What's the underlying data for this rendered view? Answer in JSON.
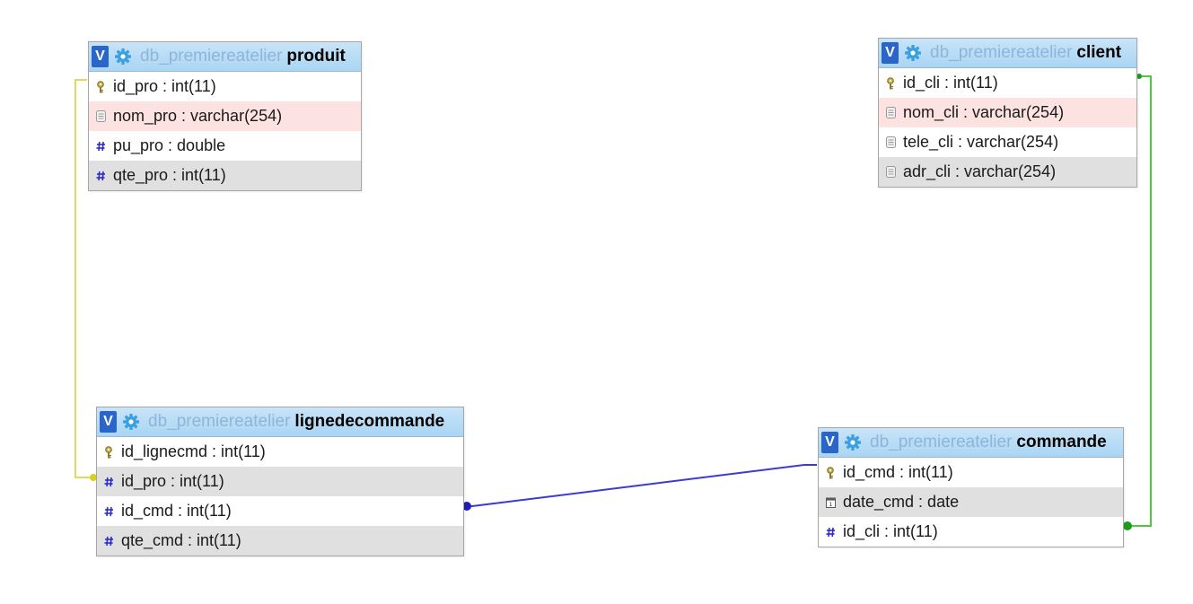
{
  "tables": [
    {
      "db": "db_premiereatelier",
      "name": "produit",
      "columns": [
        {
          "label": "id_pro : int(11)",
          "icon": "primary-key-icon",
          "style": "plain"
        },
        {
          "label": "nom_pro : varchar(254)",
          "icon": "text-field-icon",
          "style": "highlight"
        },
        {
          "label": "pu_pro : double",
          "icon": "numeric-field-icon",
          "style": "plain"
        },
        {
          "label": "qte_pro : int(11)",
          "icon": "numeric-field-icon",
          "style": "alt"
        }
      ]
    },
    {
      "db": "db_premiereatelier",
      "name": "client",
      "columns": [
        {
          "label": "id_cli : int(11)",
          "icon": "primary-key-icon",
          "style": "plain"
        },
        {
          "label": "nom_cli : varchar(254)",
          "icon": "text-field-icon",
          "style": "highlight"
        },
        {
          "label": "tele_cli : varchar(254)",
          "icon": "text-field-icon",
          "style": "plain"
        },
        {
          "label": "adr_cli : varchar(254)",
          "icon": "text-field-icon",
          "style": "alt"
        }
      ]
    },
    {
      "db": "db_premiereatelier",
      "name": "lignedecommande",
      "columns": [
        {
          "label": "id_lignecmd : int(11)",
          "icon": "primary-key-icon",
          "style": "plain"
        },
        {
          "label": "id_pro : int(11)",
          "icon": "numeric-field-icon",
          "style": "alt"
        },
        {
          "label": "id_cmd : int(11)",
          "icon": "numeric-field-icon",
          "style": "plain"
        },
        {
          "label": "qte_cmd : int(11)",
          "icon": "numeric-field-icon",
          "style": "alt"
        }
      ]
    },
    {
      "db": "db_premiereatelier",
      "name": "commande",
      "columns": [
        {
          "label": "id_cmd : int(11)",
          "icon": "primary-key-icon",
          "style": "plain"
        },
        {
          "label": "date_cmd : date",
          "icon": "date-field-icon",
          "style": "alt"
        },
        {
          "label": "id_cli : int(11)",
          "icon": "numeric-field-icon",
          "style": "plain"
        }
      ]
    }
  ],
  "header_toggle_label": "V",
  "relations": [
    {
      "from": "lignedecommande.id_pro",
      "to": "produit.id_pro",
      "color": "#e0d860"
    },
    {
      "from": "lignedecommande.id_cmd",
      "to": "commande.id_cmd",
      "color": "#3a3ad8"
    },
    {
      "from": "commande.id_cli",
      "to": "client.id_cli",
      "color": "#4ccc3c"
    }
  ],
  "colors": {
    "header_gradient_top": "#c8e4f8",
    "header_gradient_bottom": "#a9d5f4",
    "toggle_bg": "#2a66c9",
    "db_name": "#8eb5da",
    "row_alt": "#e0e0e0",
    "row_highlight": "#fde2e2",
    "numeric_icon": "#2c2cc8"
  }
}
